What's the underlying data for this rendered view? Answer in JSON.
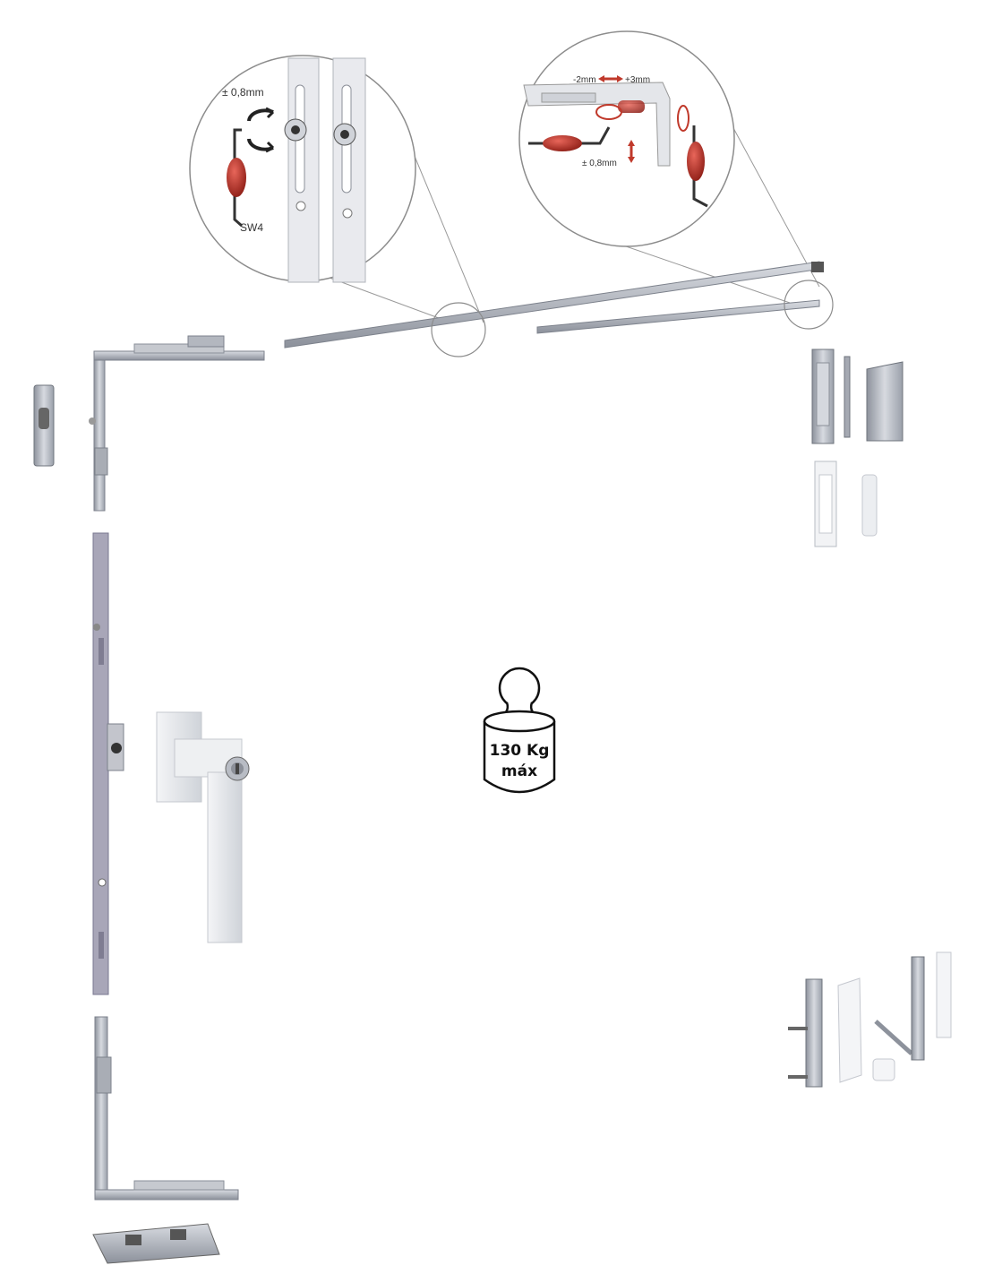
{
  "callout_left": {
    "label_adjust": "± 0,8mm",
    "label_key": "SW4"
  },
  "callout_right": {
    "label_minus": "-2mm",
    "label_plus": "+3mm",
    "label_adjust": "± 0,8mm"
  },
  "weight": {
    "line1": "130 Kg",
    "line2": "máx"
  },
  "colors": {
    "steel": "#b9bdc6",
    "steel_dark": "#7d828c",
    "accent_red": "#c0392b",
    "handle": "#e9ebee"
  }
}
